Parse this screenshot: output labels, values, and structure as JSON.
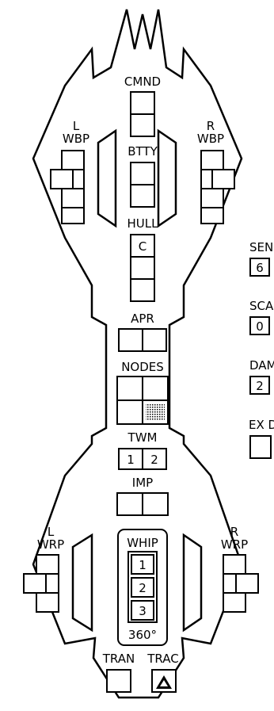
{
  "ssd": {
    "labels": {
      "cmnd": "CMND",
      "btty": "BTTY",
      "hull": "HULL",
      "l_wbp_1": "L",
      "l_wbp_2": "WBP",
      "r_wbp_1": "R",
      "r_wbp_2": "WBP",
      "apr": "APR",
      "nodes": "NODES",
      "twm": "TWM",
      "imp": "IMP",
      "l_wrp_1": "L",
      "l_wrp_2": "WRP",
      "r_wrp_1": "R",
      "r_wrp_2": "WRP",
      "whip": "WHIP",
      "whip_arc": "360°",
      "tran": "TRAN",
      "trac": "TRAC"
    },
    "hull_box_text": "C",
    "twm_boxes": [
      "1",
      "2"
    ],
    "whip_boxes": [
      "1",
      "2",
      "3"
    ]
  },
  "side_panel": {
    "sensors_label": "SEN",
    "sensors_value": "6",
    "scanners_label": "SCA",
    "scanners_value": "0",
    "damcon_label": "DAM",
    "damcon_value": "2",
    "exdam_label": "EX D"
  }
}
